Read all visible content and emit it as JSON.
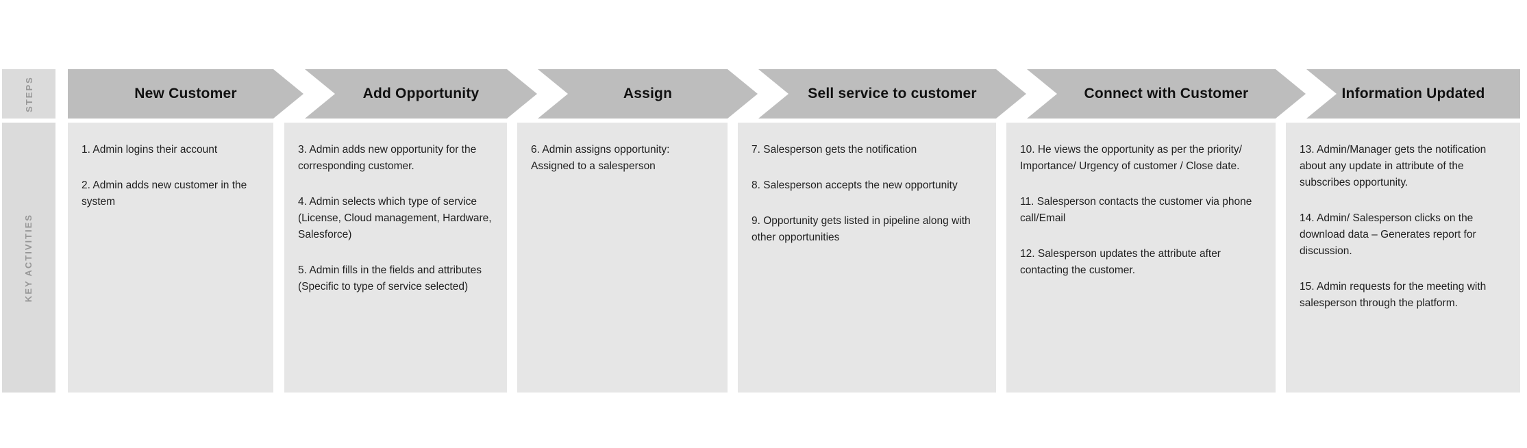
{
  "colors": {
    "header_bg": "#bdbdbd",
    "sidebar_bg": "#dbdbdb",
    "content_bg": "#e6e6e6",
    "sidebar_text": "#979797",
    "header_text": "#111111",
    "body_text": "#1f1f1f",
    "page_bg": "#ffffff"
  },
  "sidebar": {
    "steps_label": "STEPS",
    "activities_label": "KEY ACTIVITIES"
  },
  "columns": [
    {
      "step": "New Customer",
      "activities": [
        "1. Admin logins their account",
        "2. Admin adds new customer in the system"
      ]
    },
    {
      "step": "Add Opportunity",
      "activities": [
        "3. Admin adds new opportunity for the corresponding customer.",
        "4. Admin selects which type of service (License, Cloud management, Hardware, Salesforce)",
        "5. Admin fills in the fields and attributes (Specific to type of service selected)"
      ]
    },
    {
      "step": "Assign",
      "activities": [
        "6. Admin assigns opportunity: Assigned to a salesperson"
      ]
    },
    {
      "step": "Sell service to customer",
      "activities": [
        "7. Salesperson gets the notification",
        "8. Salesperson accepts the new opportunity",
        "9. Opportunity gets listed in pipeline along with other opportunities"
      ]
    },
    {
      "step": "Connect with Customer",
      "activities": [
        "10. He views the opportunity as per the priority/ Importance/ Urgency of customer  / Close date.",
        "11. Salesperson contacts the customer via phone call/Email",
        "12. Salesperson updates the attribute after contacting the customer."
      ]
    },
    {
      "step": "Information Updated",
      "activities": [
        "13. Admin/Manager gets the notification about any update in attribute of the subscribes opportunity.",
        "14. Admin/ Salesperson clicks on the download data – Generates report for discussion.",
        "15. Admin requests for the meeting with salesperson through the platform."
      ]
    }
  ]
}
